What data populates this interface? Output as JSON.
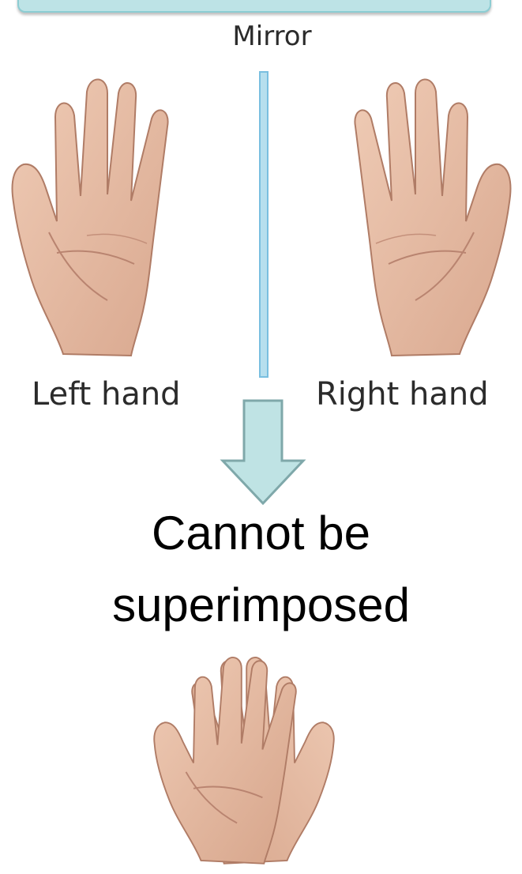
{
  "labels": {
    "mirror": "Mirror",
    "left_hand": "Left hand",
    "right_hand": "Right hand"
  },
  "caption": {
    "line1": "Cannot be",
    "line2": "superimposed"
  },
  "colors": {
    "banner_fill": "#bde3e6",
    "mirror_fill": "#b6dfee",
    "arrow_fill": "#bfe3e4",
    "skin": "#e6bfa8",
    "skin_shadow": "#c9957d"
  }
}
